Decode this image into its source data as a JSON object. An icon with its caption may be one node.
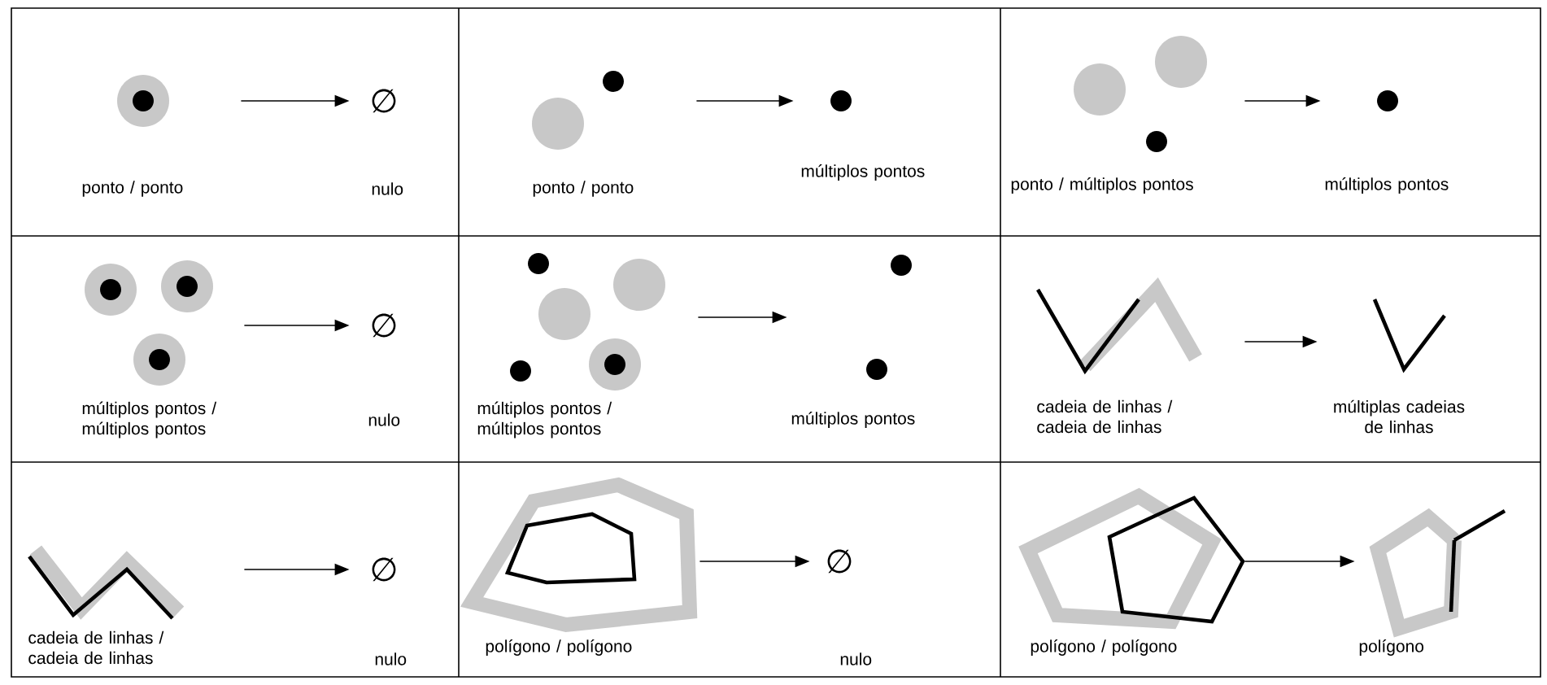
{
  "diagram": {
    "nodes": [
      {
        "text": [
          "ponto / ponto"
        ]
      },
      {
        "text": [
          "∅",
          "nulo"
        ]
      },
      {
        "text": [
          "ponto / ponto"
        ]
      },
      {
        "text": [
          "múltiplos pontos"
        ]
      },
      {
        "text": [
          "ponto / múltiplos pontos"
        ]
      },
      {
        "text": [
          "múltiplos pontos"
        ]
      },
      {
        "text": [
          "múltiplos pontos / múltiplos pontos"
        ]
      },
      {
        "text": [
          "∅",
          "nulo"
        ]
      },
      {
        "text": [
          "múltiplos pontos / múltiplos pontos"
        ]
      },
      {
        "text": [
          "múltiplos pontos"
        ]
      },
      {
        "text": [
          "cadeia de linhas / cadeia de linhas"
        ]
      },
      {
        "text": [
          "múltiplas cadeias de linhas"
        ]
      },
      {
        "text": [
          "cadeia de linhas / cadeia de linhas"
        ]
      },
      {
        "text": [
          "∅",
          "nulo"
        ]
      },
      {
        "text": [
          "polígono / polígono"
        ]
      },
      {
        "text": [
          "∅",
          "nulo"
        ]
      },
      {
        "text": [
          "polígono / polígono"
        ]
      },
      {
        "text": [
          "polígono"
        ]
      }
    ],
    "edges": [
      {
        "from": 0,
        "to": 1,
        "arrow": "to"
      },
      {
        "from": 2,
        "to": 3,
        "arrow": "to"
      },
      {
        "from": 4,
        "to": 5,
        "arrow": "to"
      },
      {
        "from": 6,
        "to": 7,
        "arrow": "to"
      },
      {
        "from": 8,
        "to": 9,
        "arrow": "to"
      },
      {
        "from": 10,
        "to": 11,
        "arrow": "to"
      },
      {
        "from": 12,
        "to": 13,
        "arrow": "to"
      },
      {
        "from": 14,
        "to": 15,
        "arrow": "to"
      },
      {
        "from": 16,
        "to": 17,
        "arrow": "to"
      }
    ]
  }
}
